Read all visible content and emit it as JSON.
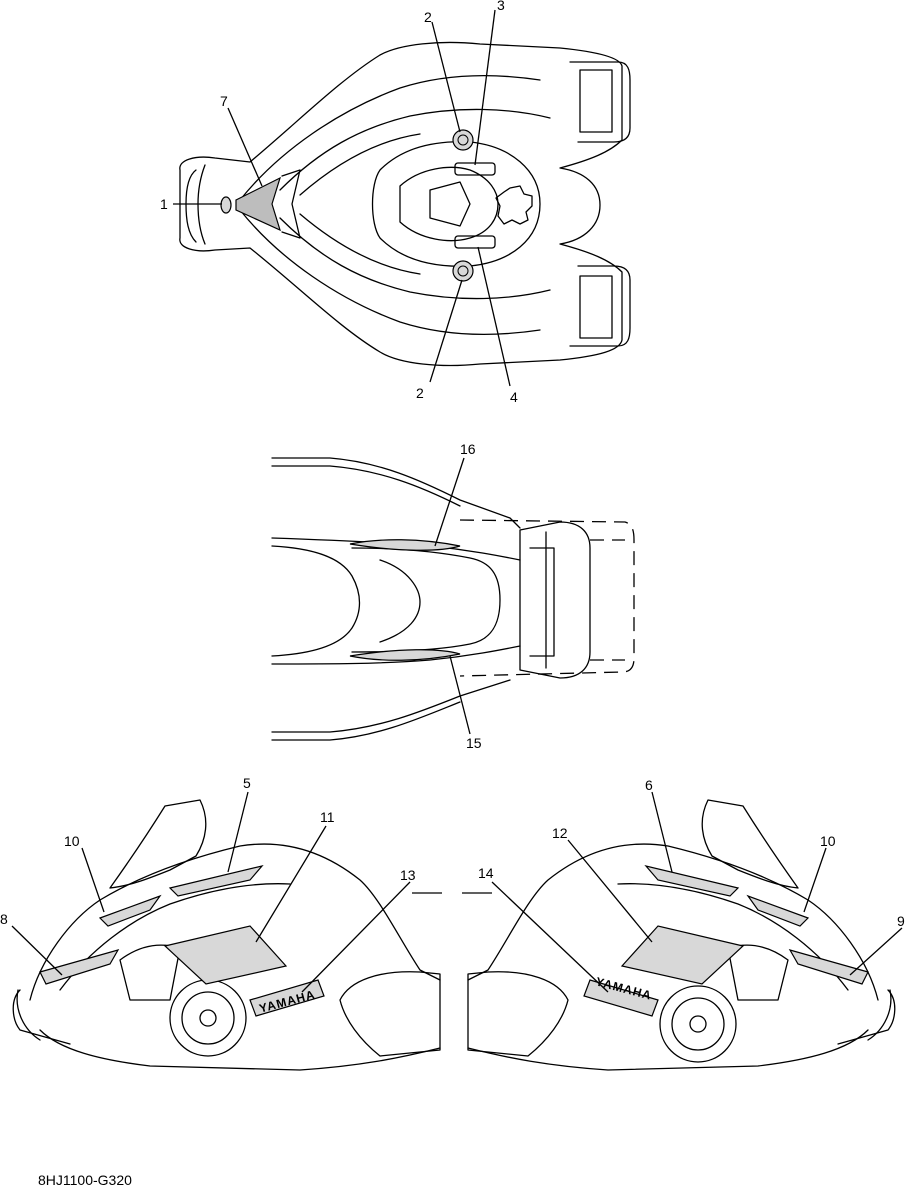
{
  "callouts": {
    "c1": "1",
    "c2a": "2",
    "c2b": "2",
    "c3": "3",
    "c4": "4",
    "c5": "5",
    "c6": "6",
    "c7": "7",
    "c8": "8",
    "c9": "9",
    "c10a": "10",
    "c10b": "10",
    "c11": "11",
    "c12": "12",
    "c13": "13",
    "c14": "14",
    "c15": "15",
    "c16": "16"
  },
  "decals": {
    "logo_left": "YAMAHA",
    "logo_right": "YAMAHA"
  },
  "diagram_code": "8HJ1100-G320"
}
